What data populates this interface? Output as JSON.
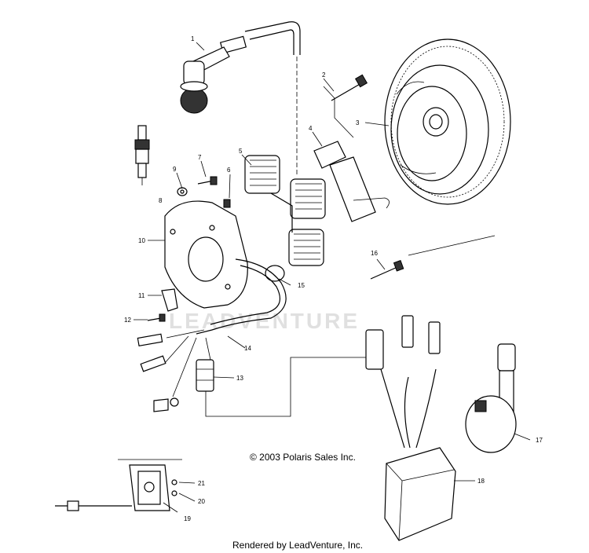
{
  "callouts": {
    "c1": "1",
    "c2": "2",
    "c3": "3",
    "c4": "4",
    "c5": "5",
    "c6": "6",
    "c7": "7",
    "c8": "8",
    "c9": "9",
    "c10": "10",
    "c11": "11",
    "c12": "12",
    "c13": "13",
    "c14": "14",
    "c15": "15",
    "c16": "16",
    "c17": "17",
    "c18": "18",
    "c19": "19",
    "c20": "20",
    "c21": "21"
  },
  "copyright": "© 2003 Polaris Sales Inc.",
  "footer": "Rendered by LeadVenture, Inc.",
  "watermark": "LEADVENTURE"
}
